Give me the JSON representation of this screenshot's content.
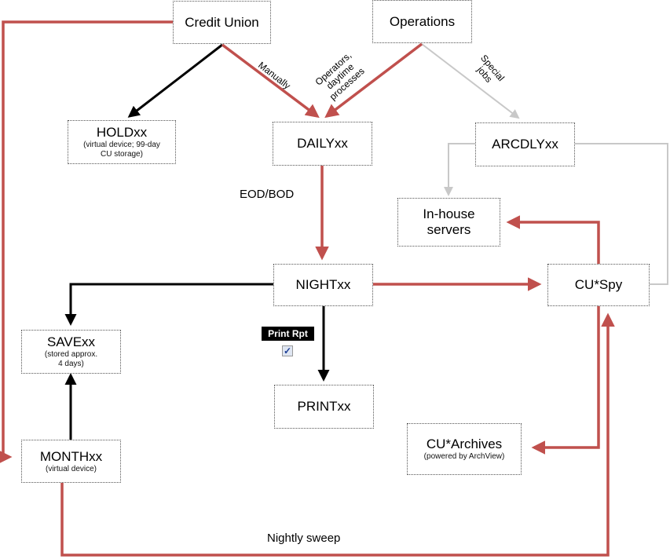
{
  "nodes": {
    "credit_union": {
      "title": "Credit Union"
    },
    "operations": {
      "title": "Operations"
    },
    "holdxx": {
      "title": "HOLDxx",
      "sub1": "(virtual device; 99-day",
      "sub2": "CU storage)"
    },
    "dailyxx": {
      "title": "DAILYxx"
    },
    "arcdlyxx": {
      "title": "ARCDLYxx"
    },
    "inhouse": {
      "title1": "In-house",
      "title2": "servers"
    },
    "nightxx": {
      "title": "NIGHTxx"
    },
    "cuspy": {
      "title": "CU*Spy"
    },
    "savexx": {
      "title": "SAVExx",
      "sub1": "(stored approx.",
      "sub2": "4 days)"
    },
    "printxx": {
      "title": "PRINTxx"
    },
    "cuarchives": {
      "title": "CU*Archives",
      "sub1": "(powered by ArchView)"
    },
    "monthxx": {
      "title": "MONTHxx",
      "sub1": "(virtual device)"
    }
  },
  "edge_labels": {
    "manually": "Manually",
    "operators1": "Operators,",
    "operators2": "daytime",
    "operators3": "processes",
    "special1": "Special",
    "special2": "jobs",
    "eod_bod": "EOD/BOD",
    "nightly_sweep": "Nightly sweep"
  },
  "print_rpt": {
    "label": "Print Rpt",
    "checked": true,
    "check_glyph": "✓"
  },
  "colors": {
    "red": "#c0504d",
    "black": "#000000",
    "gray": "#c8c8c8"
  }
}
